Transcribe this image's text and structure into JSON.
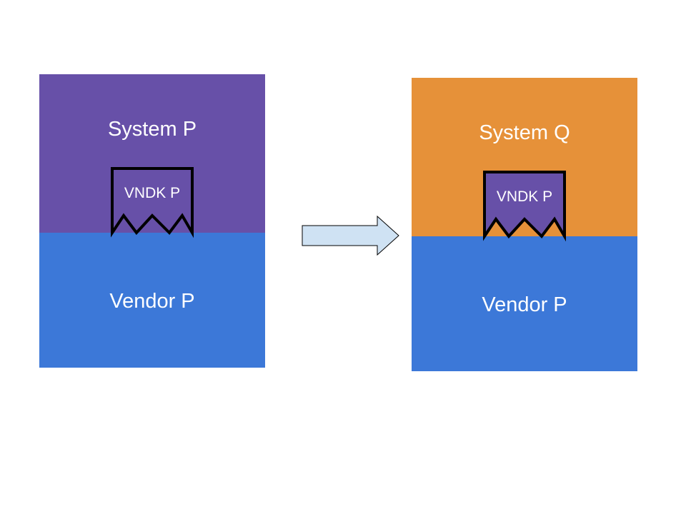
{
  "colors": {
    "system_p": "#6750a8",
    "system_q": "#e69139",
    "vendor": "#3c78d8",
    "arrow_fill": "#cfe2f3",
    "outline": "#000000"
  },
  "before": {
    "system_label": "System P",
    "vndk_label": "VNDK P",
    "vendor_label": "Vendor P"
  },
  "arrow": {
    "icon": "right-arrow-icon"
  },
  "after": {
    "system_label": "System Q",
    "vndk_label": "VNDK P",
    "vendor_label": "Vendor P"
  }
}
